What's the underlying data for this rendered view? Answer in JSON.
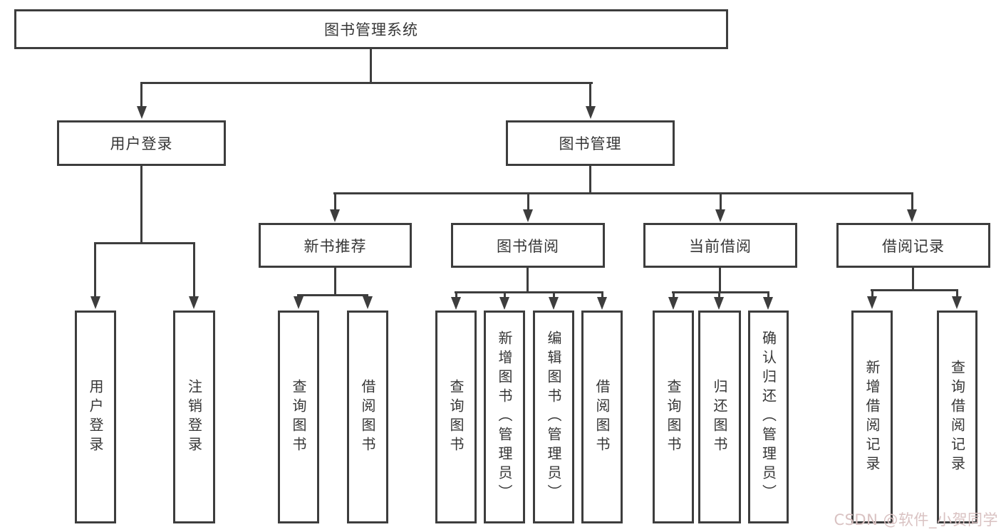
{
  "diagram": {
    "title": "图书管理系统",
    "line_color": "#3d3d3d",
    "box_background": "#ffffff",
    "text_color": "#363636",
    "nodes": {
      "root": {
        "label": "图书管理系统"
      },
      "user_login": {
        "label": "用户登录"
      },
      "book_management": {
        "label": "图书管理"
      },
      "new_book_recommend": {
        "label": "新书推荐"
      },
      "book_borrowing": {
        "label": "图书借阅"
      },
      "current_borrowing": {
        "label": "当前借阅"
      },
      "borrowing_records": {
        "label": "借阅记录"
      },
      "leaf_user_login": {
        "label": "用户登录"
      },
      "leaf_logout": {
        "label": "注销登录"
      },
      "leaf_nb_query_books": {
        "label": "查询图书"
      },
      "leaf_nb_borrow_books": {
        "label": "借阅图书"
      },
      "leaf_bb_query_books": {
        "label": "查询图书"
      },
      "leaf_bb_add_books": {
        "label": "新增图书（管理员）"
      },
      "leaf_bb_edit_books": {
        "label": "编辑图书（管理员）"
      },
      "leaf_bb_borrow_books": {
        "label": "借阅图书"
      },
      "leaf_cb_query_books": {
        "label": "查询图书"
      },
      "leaf_cb_return_books": {
        "label": "归还图书"
      },
      "leaf_cb_confirm_return": {
        "label": "确认归还（管理员）"
      },
      "leaf_br_add_record": {
        "label": "新增借阅记录"
      },
      "leaf_br_query_record": {
        "label": "查询借阅记录"
      }
    }
  },
  "watermark": {
    "text": "CSDN @软件_小贺同学",
    "color": "#d9c2c2"
  }
}
